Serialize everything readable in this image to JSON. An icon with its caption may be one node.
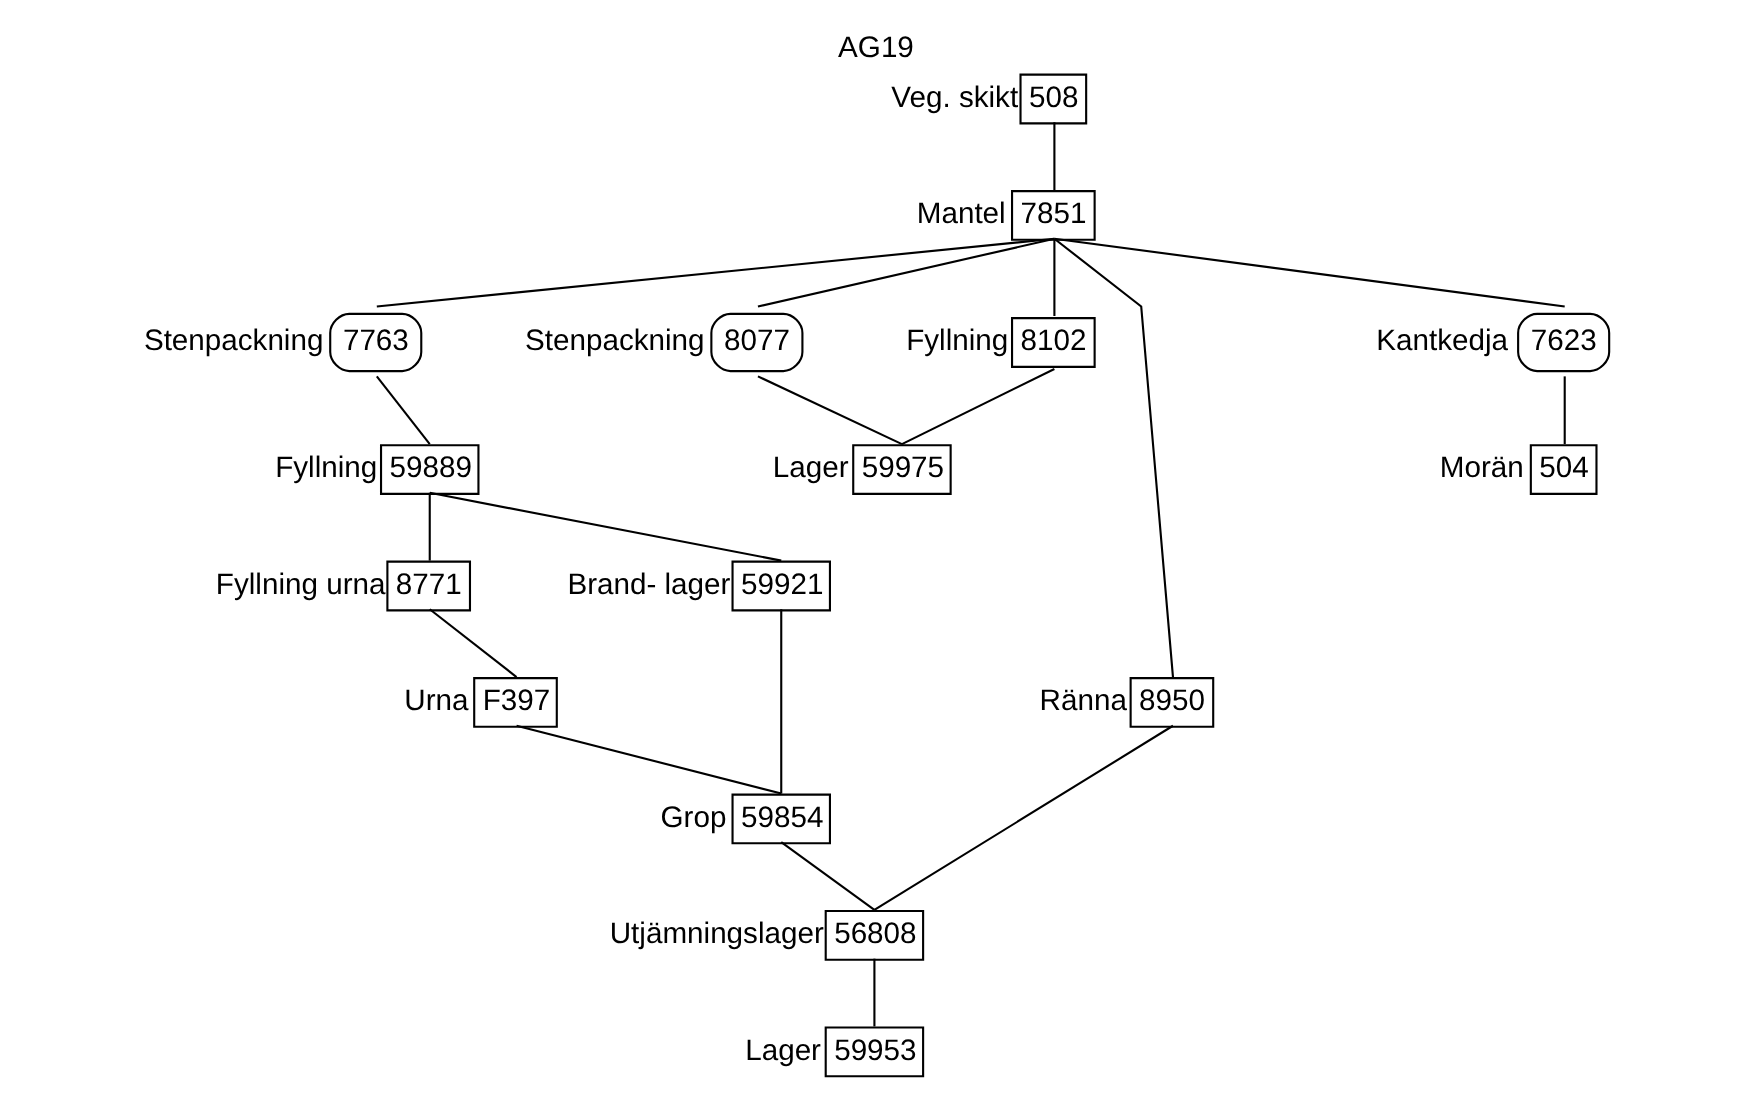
{
  "diagram": {
    "title": "AG19",
    "nodes": [
      {
        "text": [
          "508"
        ],
        "beside": [
          "Veg. skikt"
        ]
      },
      {
        "text": [
          "7851"
        ],
        "beside": [
          "Mantel"
        ]
      },
      {
        "text": [
          "7763"
        ],
        "beside": [
          "Stenpackning"
        ]
      },
      {
        "text": [
          "8077"
        ],
        "beside": [
          "Stenpackning"
        ]
      },
      {
        "text": [
          "8102"
        ],
        "beside": [
          "Fyllning"
        ]
      },
      {
        "text": [
          "8950"
        ],
        "beside": [
          "Ränna"
        ]
      },
      {
        "text": [
          "7623"
        ],
        "beside": [
          "Kantkedja"
        ]
      },
      {
        "text": [
          "504"
        ],
        "beside": [
          "Morän"
        ]
      },
      {
        "text": [
          "59889"
        ],
        "beside": [
          "Fyllning"
        ]
      },
      {
        "text": [
          "8771"
        ],
        "beside": [
          "Fyllning urna"
        ]
      },
      {
        "text": [
          "59921"
        ],
        "beside": [
          "Brand- lager"
        ]
      },
      {
        "text": [
          "F397"
        ],
        "beside": [
          "Urna"
        ]
      },
      {
        "text": [
          "59854"
        ],
        "beside": [
          "Grop"
        ]
      },
      {
        "text": [
          "56808"
        ],
        "beside": [
          "Utjämningslager"
        ]
      },
      {
        "text": [
          "59953"
        ],
        "beside": [
          "Lager"
        ]
      },
      {
        "text": [
          "59975"
        ],
        "beside": [
          "Lager"
        ]
      }
    ],
    "edges": [
      {
        "from": 0,
        "to": 1,
        "arrow": "none"
      },
      {
        "from": 1,
        "to": 2,
        "arrow": "none"
      },
      {
        "from": 1,
        "to": 3,
        "arrow": "none"
      },
      {
        "from": 1,
        "to": 4,
        "arrow": "none"
      },
      {
        "from": 1,
        "to": 5,
        "arrow": "none"
      },
      {
        "from": 1,
        "to": 6,
        "arrow": "none"
      },
      {
        "from": 6,
        "to": 7,
        "arrow": "none"
      },
      {
        "from": 2,
        "to": 8,
        "arrow": "none"
      },
      {
        "from": 8,
        "to": 9,
        "arrow": "none"
      },
      {
        "from": 8,
        "to": 10,
        "arrow": "none"
      },
      {
        "from": 9,
        "to": 11,
        "arrow": "none"
      },
      {
        "from": 11,
        "to": 12,
        "arrow": "none"
      },
      {
        "from": 10,
        "to": 12,
        "arrow": "none"
      },
      {
        "from": 12,
        "to": 13,
        "arrow": "none"
      },
      {
        "from": 5,
        "to": 13,
        "arrow": "none"
      },
      {
        "from": 13,
        "to": 14,
        "arrow": "none"
      },
      {
        "from": 3,
        "to": 15,
        "arrow": "none"
      },
      {
        "from": 4,
        "to": 15,
        "arrow": "none"
      }
    ]
  }
}
